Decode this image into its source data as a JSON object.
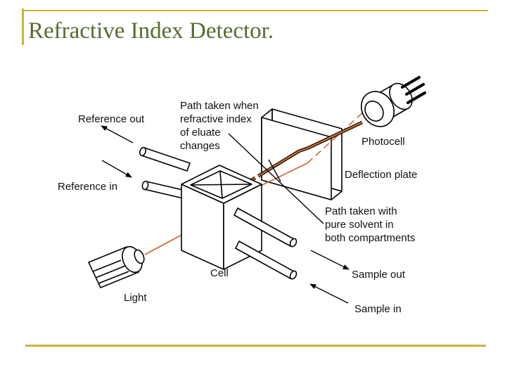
{
  "slide": {
    "title": "Refractive Index Detector."
  },
  "colors": {
    "accent": "#c9b338",
    "title": "#556b2f",
    "beam": "#c8682c",
    "line": "#000000"
  },
  "diagram": {
    "labels": {
      "reference_out": "Reference out",
      "reference_in": "Reference in",
      "path_changes": [
        "Path taken when",
        "refractive index",
        "of eluate",
        "changes"
      ],
      "photocell": "Photocell",
      "deflection_plate": "Deflection plate",
      "path_pure": [
        "Path taken with",
        "pure solvent in",
        "both compartments"
      ],
      "cell": "Cell",
      "sample_out": "Sample out",
      "sample_in": "Sample in",
      "light": "Light"
    },
    "icons": {
      "light_source": "light-source-icon",
      "photocell": "photocell-icon"
    }
  }
}
